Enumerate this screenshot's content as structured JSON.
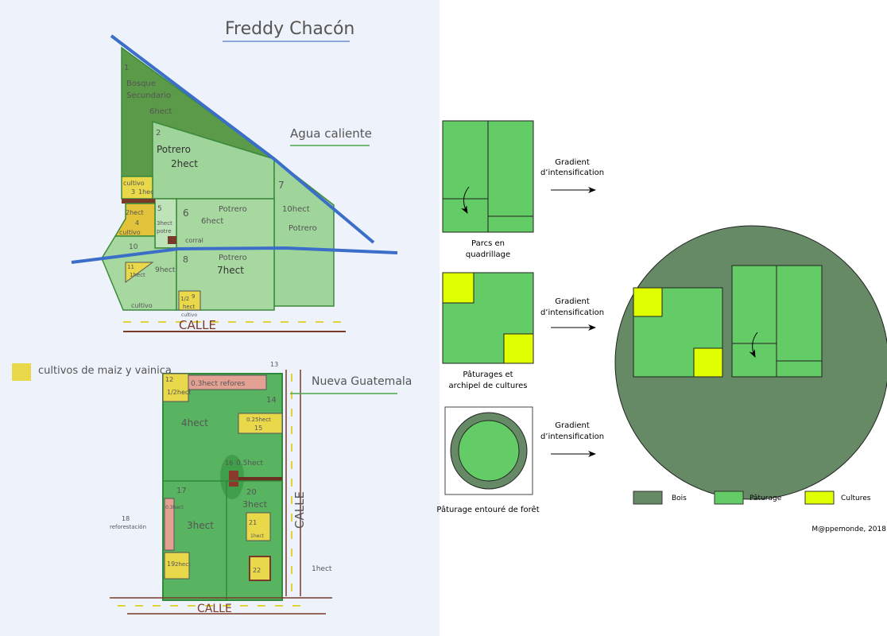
{
  "sketch": {
    "owner": "Freddy Chacón",
    "farm1": {
      "place": "Agua caliente",
      "parcels": [
        {
          "num": "1",
          "lines": [
            "Bosque",
            "Secundario",
            "6hect"
          ]
        },
        {
          "num": "2",
          "lines": [
            "Potrero",
            "2hect"
          ]
        },
        {
          "num": "3",
          "lines": [
            "cultivo",
            "1hec"
          ]
        },
        {
          "num": "4",
          "lines": [
            "2hect",
            "cultivo"
          ]
        },
        {
          "num": "5",
          "lines": [
            "3hect",
            "potre"
          ]
        },
        {
          "num": "6",
          "lines": [
            "Potrero",
            "6hect"
          ]
        },
        {
          "num": "7",
          "lines": [
            "10hect",
            "Potrero"
          ]
        },
        {
          "num": "8",
          "lines": [
            "Potrero",
            "7hect"
          ]
        },
        {
          "num": "9",
          "lines": [
            "1/2",
            "hect",
            "cultivo"
          ]
        },
        {
          "num": "10",
          "lines": [
            "9hect"
          ]
        },
        {
          "num": "11",
          "lines": [
            "1hect",
            "cultivo"
          ]
        }
      ],
      "corral": "corral",
      "road": "CALLE"
    },
    "legend_crop": "cultivos de maiz y vainica",
    "farm2": {
      "place": "Nueva Guatemala",
      "labels": {
        "p12": "12",
        "p12_area": "1/2hect",
        "p13": "13",
        "p13_area": "0.3hect refores",
        "p14": "14",
        "p14_area": "4hect",
        "p15": "15",
        "p15_area": "0.25hect",
        "p16": "16",
        "p16_area": "0.5hect",
        "p17": "17",
        "p17_area": "3hect",
        "p18": "18",
        "p18_area": "0.3hect",
        "p18_note": "reforestación",
        "p19": "19",
        "p19_area": "2hect",
        "p20": "20",
        "p20_area": "3hect",
        "p21": "21",
        "p21_area": "1hect",
        "p22": "22",
        "p22_area": "1hect"
      },
      "road_bottom": "CALLE",
      "road_side": "CALLE"
    }
  },
  "schema": {
    "rows": [
      {
        "caption": [
          "Parcs  en",
          "quadrillage"
        ],
        "arrow_label": [
          "Gradient",
          "d’intensification"
        ]
      },
      {
        "caption": [
          "Pâturages et",
          "archipel de cultures"
        ],
        "arrow_label": [
          "Gradient",
          "d’intensification"
        ]
      },
      {
        "caption": [
          "Pâturage entouré de forêt"
        ],
        "arrow_label": [
          "Gradient",
          "d’intensification"
        ]
      }
    ],
    "legend": [
      {
        "label": "Bois",
        "color": "#668a65"
      },
      {
        "label": "Pâturage",
        "color": "#63cc66"
      },
      {
        "label": "Cultures",
        "color": "#e0ff00"
      }
    ],
    "credit": "M@ppemonde, 2018"
  }
}
